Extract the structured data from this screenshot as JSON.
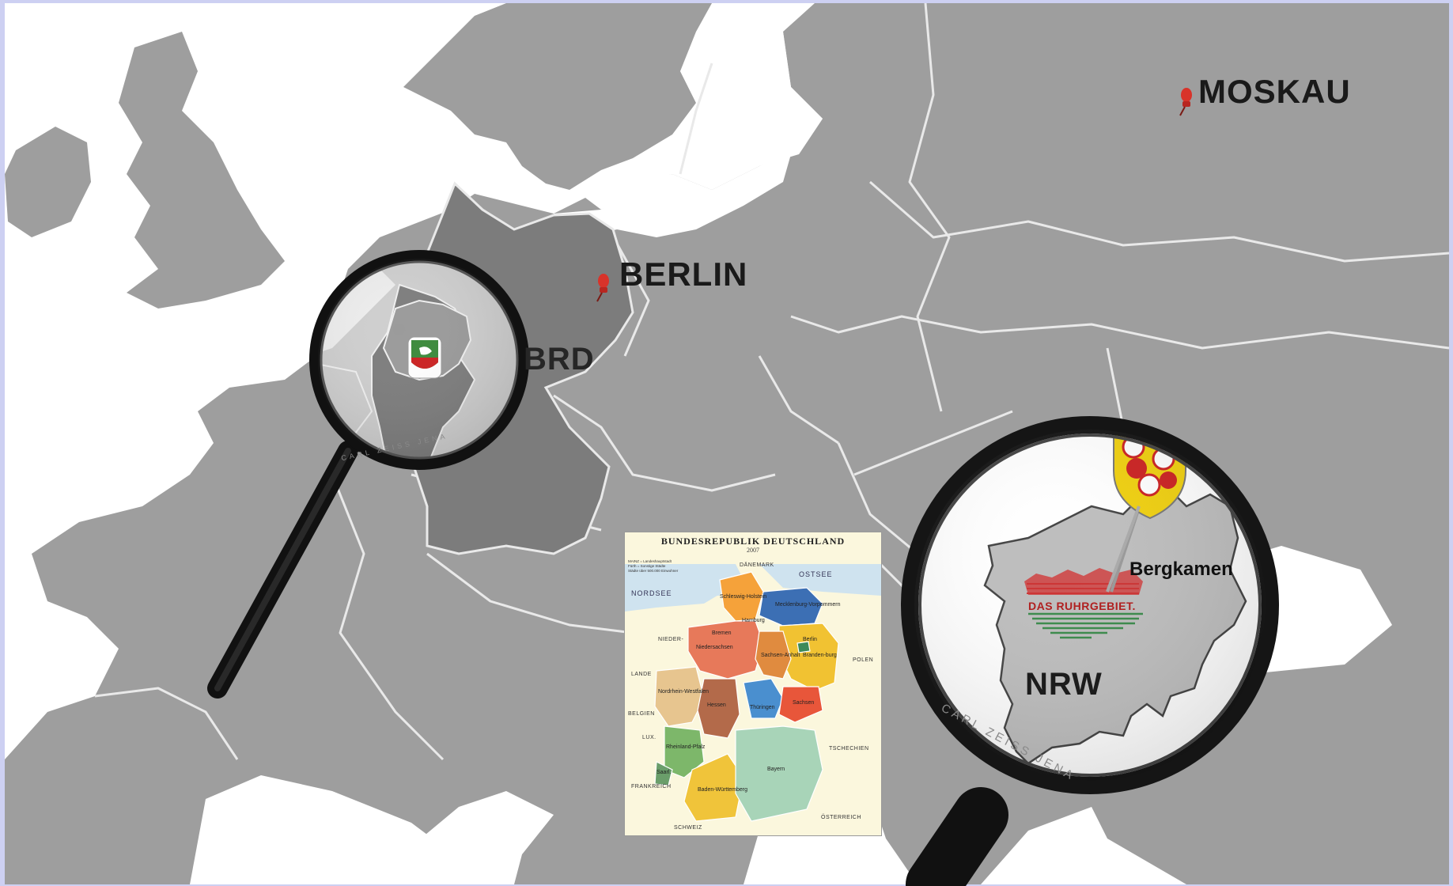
{
  "map": {
    "cities": {
      "moscow": "MOSKAU",
      "berlin": "BERLIN"
    },
    "regions": {
      "germany": "BRD",
      "nrw": "NRW",
      "bergkamen": "Bergkamen"
    },
    "ruhr_logo_text": "DAS RUHRGEBIET.",
    "lens_engraving_small": "CARL ZEISS JENA",
    "lens_engraving_large": "CARL ZEISS JENA"
  },
  "inset": {
    "title": "BUNDESREPUBLIK DEUTSCHLAND",
    "year": "2007",
    "legend": [
      "MAINZ = Landeshauptstadt",
      "Fürth = Sonstige Städte",
      "Städte über 500.000 Einwohner"
    ],
    "seas": [
      "NORDSEE",
      "OSTSEE"
    ],
    "countries": [
      "DÄNEMARK",
      "NIEDER-",
      "LANDE",
      "BELGIEN",
      "LUX.",
      "FRANKREICH",
      "SCHWEIZ",
      "ÖSTERREICH",
      "TSCHECHIEN",
      "POLEN"
    ],
    "states": [
      "Schleswig-Holstein",
      "Mecklenburg-Vorpommern",
      "Hamburg",
      "Bremen",
      "Niedersachsen",
      "Berlin",
      "Branden-burg",
      "Sachsen-Anhalt",
      "Nordrhein-Westfalen",
      "Hessen",
      "Thüringen",
      "Sachsen",
      "Rheinland-Pfalz",
      "Saarl.",
      "Baden-Württemberg",
      "Bayern"
    ]
  },
  "colors": {
    "background": "#cdd0f2",
    "land": "#9e9e9e",
    "germany": "#7c7c7c",
    "borders": "#e9e9e9",
    "sea": "#ffffff",
    "pin": "#d8332a",
    "nrw_badge_green": "#3c8a3c",
    "nrw_badge_red": "#cc2222",
    "bergkamen_yellow": "#f0d010"
  },
  "icons": [
    "pushpin-icon",
    "magnifier-icon",
    "coat-of-arms-icon",
    "ruhr-logo-icon"
  ]
}
